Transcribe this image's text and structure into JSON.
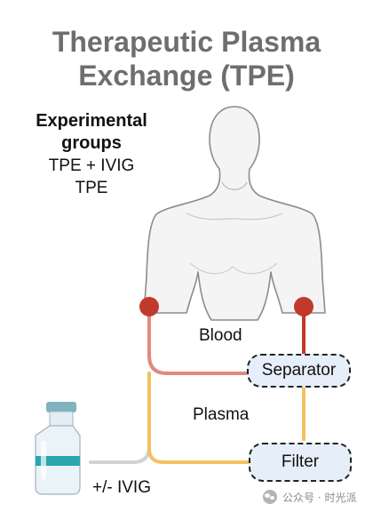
{
  "title": {
    "line1": "Therapeutic Plasma",
    "line2": "Exchange (TPE)"
  },
  "groups": {
    "heading_line1": "Experimental",
    "heading_line2": "groups",
    "items": [
      "TPE + IVIG",
      "TPE"
    ]
  },
  "flow": {
    "blood_label": "Blood",
    "plasma_label": "Plasma",
    "separator_label": "Separator",
    "filter_label": "Filter",
    "ivig_label": "+/- IVIG"
  },
  "colors": {
    "title": "#6e6e6e",
    "access_point": "#c0392b",
    "blood_line": "#e08a80",
    "blood_line_dark": "#c0392b",
    "plasma_line": "#f2c260",
    "ivig_line": "#cfd3d8",
    "box_fill": "#e6eef9",
    "vial_cap": "#7fb3bd",
    "vial_band": "#2aa7ad"
  },
  "watermark": {
    "text": "公众号 · 时光派"
  }
}
